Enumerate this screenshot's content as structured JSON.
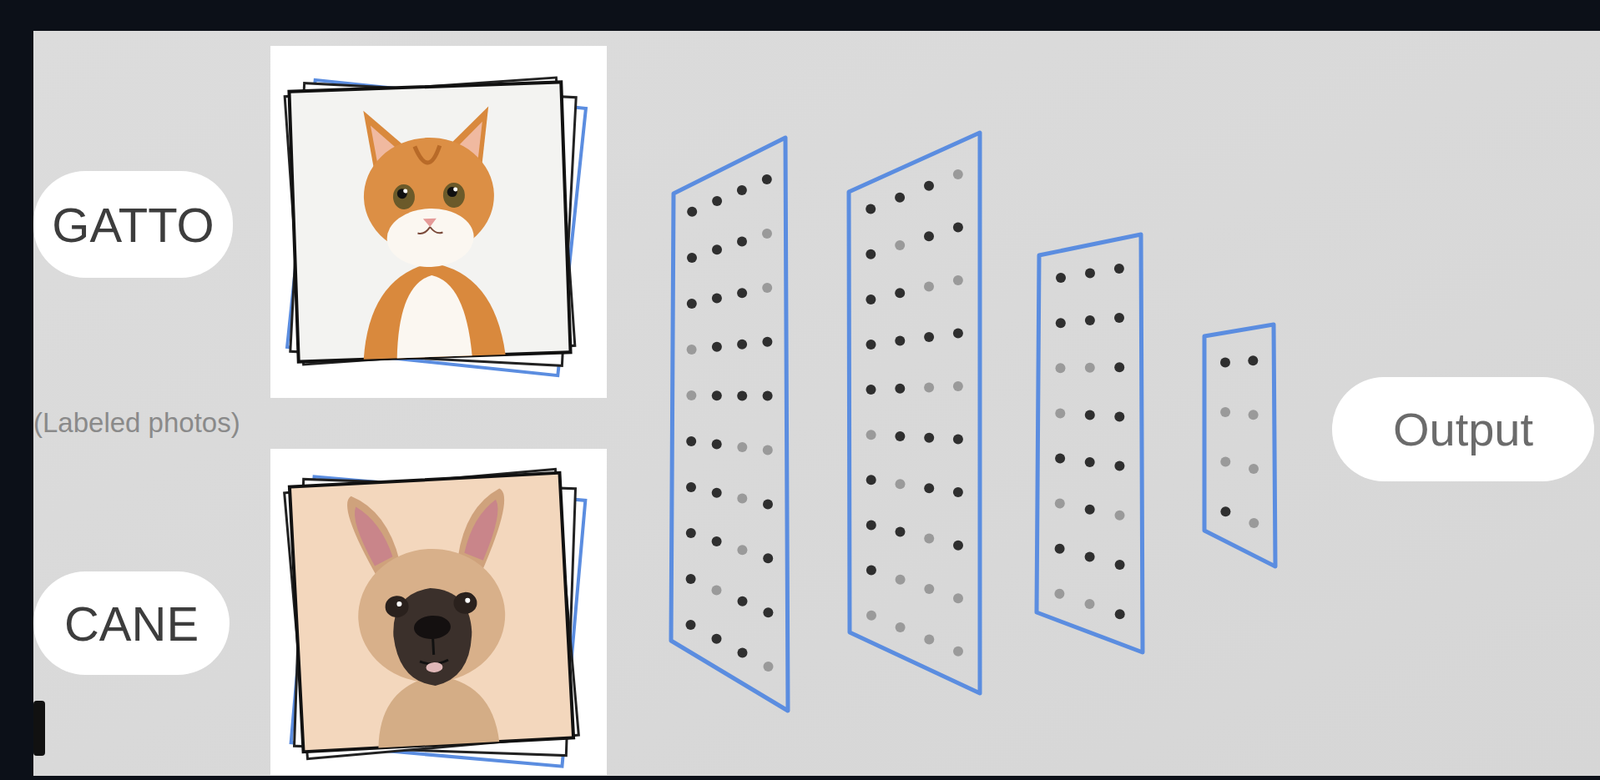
{
  "diagram": {
    "nodes": [
      {
        "text": [
          "GATTO"
        ]
      },
      {
        "text": [
          "CANE"
        ]
      },
      {
        "text": [
          "Output"
        ]
      }
    ],
    "labels": [
      "(Labeled photos)"
    ]
  }
}
